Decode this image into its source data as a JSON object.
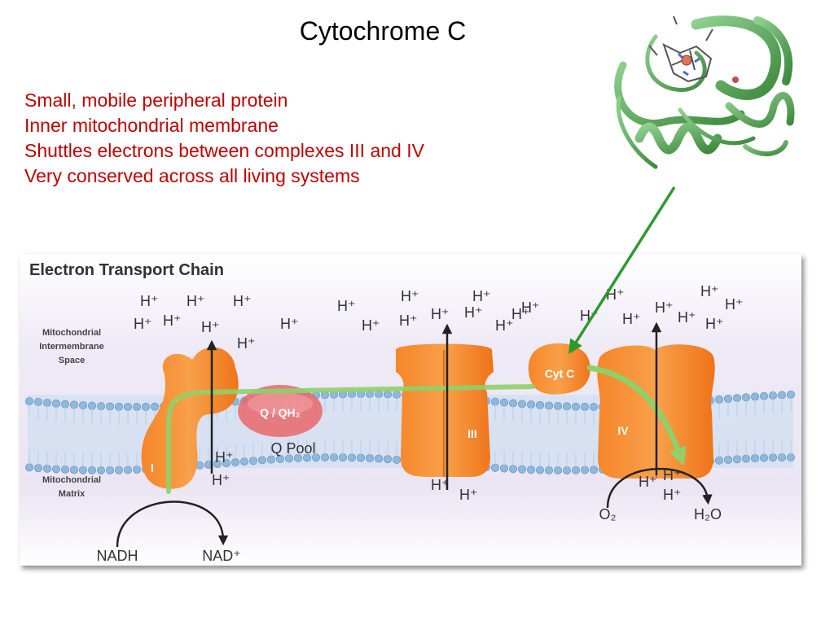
{
  "slide": {
    "title": "Cytochrome C",
    "bullets": [
      "Small, mobile peripheral protein",
      "Inner mitochondrial membrane",
      "Shuttles electrons between complexes III and IV",
      "Very conserved across all living systems"
    ]
  },
  "diagram": {
    "title": "Electron Transport Chain",
    "space_label": [
      "Mitochondrial",
      "Intermembrane",
      "Space"
    ],
    "matrix_label": [
      "Mitochondrial",
      "Matrix"
    ],
    "complex_I": "I",
    "complex_III": "III",
    "complex_IV": "IV",
    "cyt_c": "Cyt C",
    "q_label": "Q / QH₂",
    "q_pool": "Q Pool",
    "proton": "H⁺",
    "nadh": "NADH",
    "nad": "NAD⁺",
    "o2": "O₂",
    "h2o": "H₂O",
    "colors": {
      "complex": "#f47c20",
      "electron_path": "#8fd06a",
      "q_pool": "#e8676b",
      "membrane": "#9fc6e6",
      "pointer_arrow": "#2e9a2e",
      "protein": "#5aa75a"
    }
  }
}
